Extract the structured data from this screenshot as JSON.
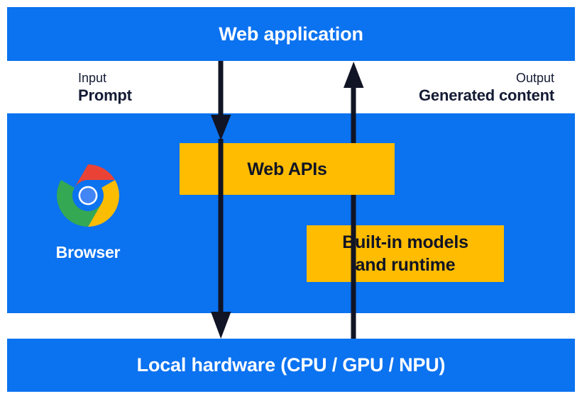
{
  "diagram": {
    "title": "Web application to local hardware built-in AI flow",
    "colors": {
      "panel_blue": "#0B72F0",
      "box_yellow": "#FFBC00",
      "arrow_navy": "#101425",
      "label_navy": "#141B34",
      "white": "#FFFFFF",
      "chrome_red": "#EA4335",
      "chrome_yellow": "#FBBC04",
      "chrome_green": "#34A853",
      "chrome_blue": "#4285F4"
    }
  },
  "layers": {
    "web_application": {
      "label": "Web application"
    },
    "browser": {
      "label": "Browser",
      "logo_icon": "chrome-logo-icon",
      "boxes": [
        {
          "id": "web-apis",
          "label": "Web APIs"
        },
        {
          "id": "built-in-models",
          "label": "Built-in models\nand runtime"
        }
      ]
    },
    "local_hardware": {
      "label": "Local hardware (CPU / GPU / NPU)"
    }
  },
  "flows": {
    "input": {
      "kind": "Input",
      "value": "Prompt",
      "direction": "down",
      "icon": "arrow-down-icon"
    },
    "output": {
      "kind": "Output",
      "value": "Generated content",
      "direction": "up",
      "icon": "arrow-up-icon"
    }
  }
}
